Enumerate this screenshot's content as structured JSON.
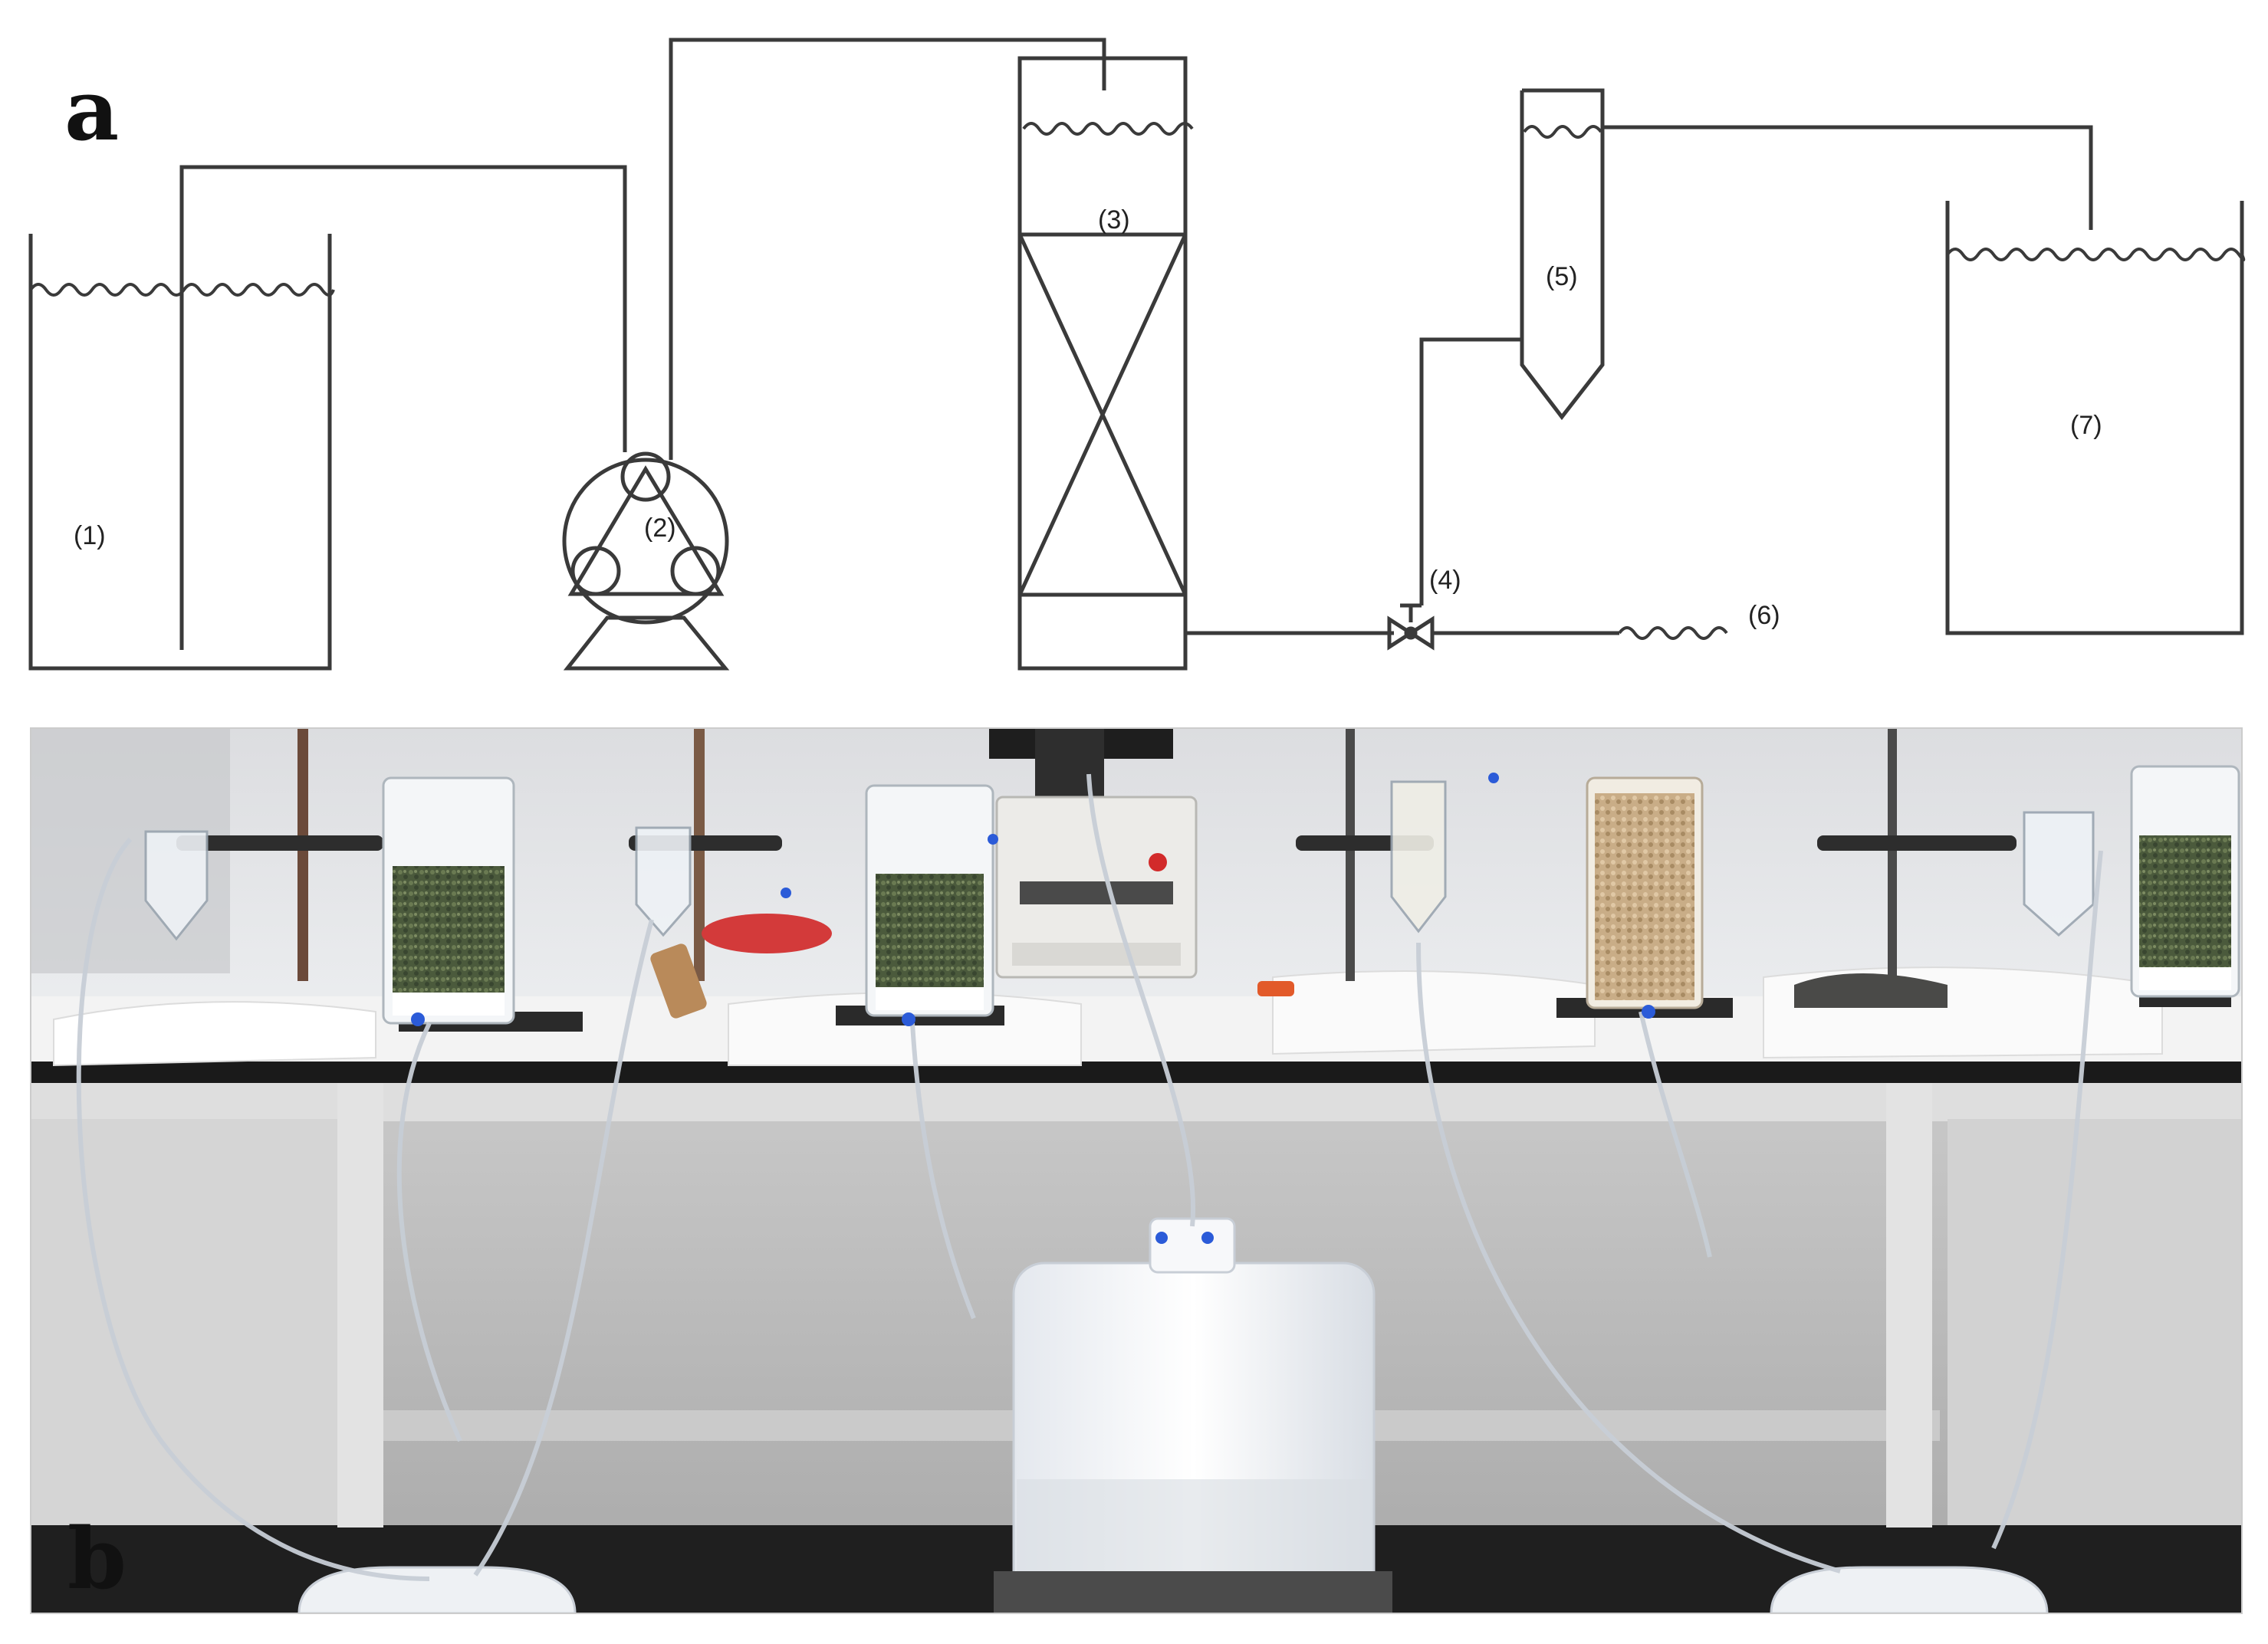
{
  "panels": {
    "a": {
      "letter": "a"
    },
    "b": {
      "letter": "b"
    }
  },
  "components": [
    {
      "id": "1",
      "label": "(1)"
    },
    {
      "id": "2",
      "label": "(2)"
    },
    {
      "id": "3",
      "label": "(3)"
    },
    {
      "id": "4",
      "label": "(4)"
    },
    {
      "id": "5",
      "label": "(5)"
    },
    {
      "id": "6",
      "label": "(6)"
    },
    {
      "id": "7",
      "label": "(7)"
    }
  ],
  "colors": {
    "line": "#3a3a3a",
    "wall": "#e9eaec",
    "bench_top": "#f3f3f3",
    "bench_edge": "#1a1a1a",
    "cabinet": "#bdbdbd",
    "floor": "#1f1f1f"
  }
}
